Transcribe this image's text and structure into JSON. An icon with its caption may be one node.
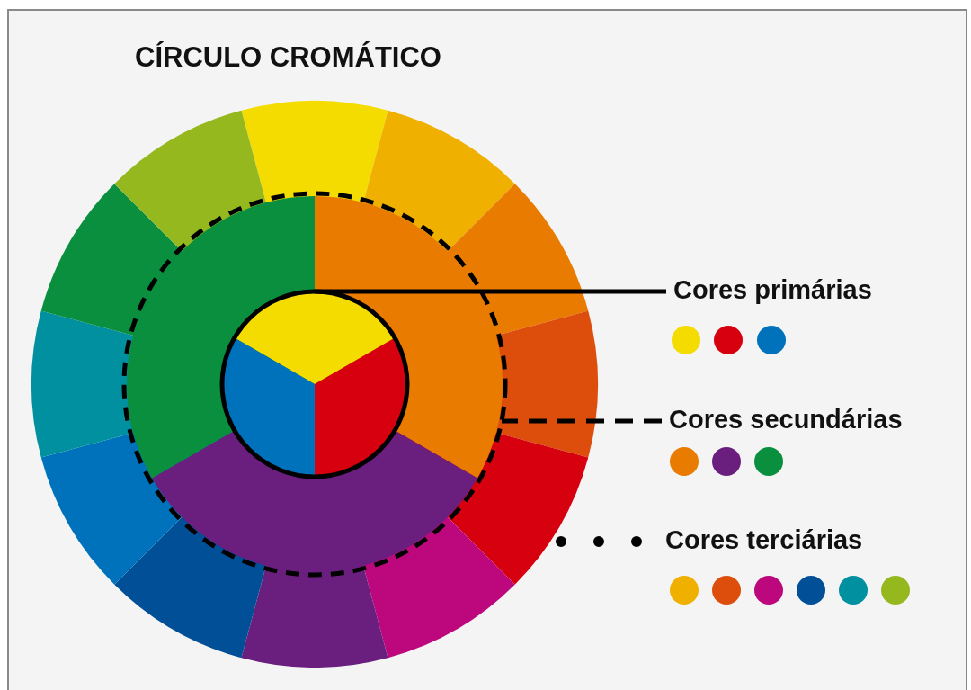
{
  "diagram": {
    "title": "CÍRCULO CROMÁTICO",
    "nodes": [
      {
        "text": [],
        "shape": "circle"
      },
      {
        "text": [],
        "shape": "circle",
        "in": 0
      },
      {
        "text": [],
        "shape": "circle",
        "in": 1
      },
      {
        "text": [
          "Cores primárias"
        ]
      },
      {
        "text": [
          "Cores secundárias"
        ]
      },
      {
        "text": [
          "Cores terciárias"
        ]
      }
    ],
    "edges": [
      {
        "from": 3,
        "to": 2,
        "arrow": "none"
      },
      {
        "from": 4,
        "to": 1,
        "arrow": "none",
        "style": "dashed"
      },
      {
        "from": 5,
        "to": 0,
        "arrow": "none",
        "style": "dashed"
      }
    ]
  }
}
